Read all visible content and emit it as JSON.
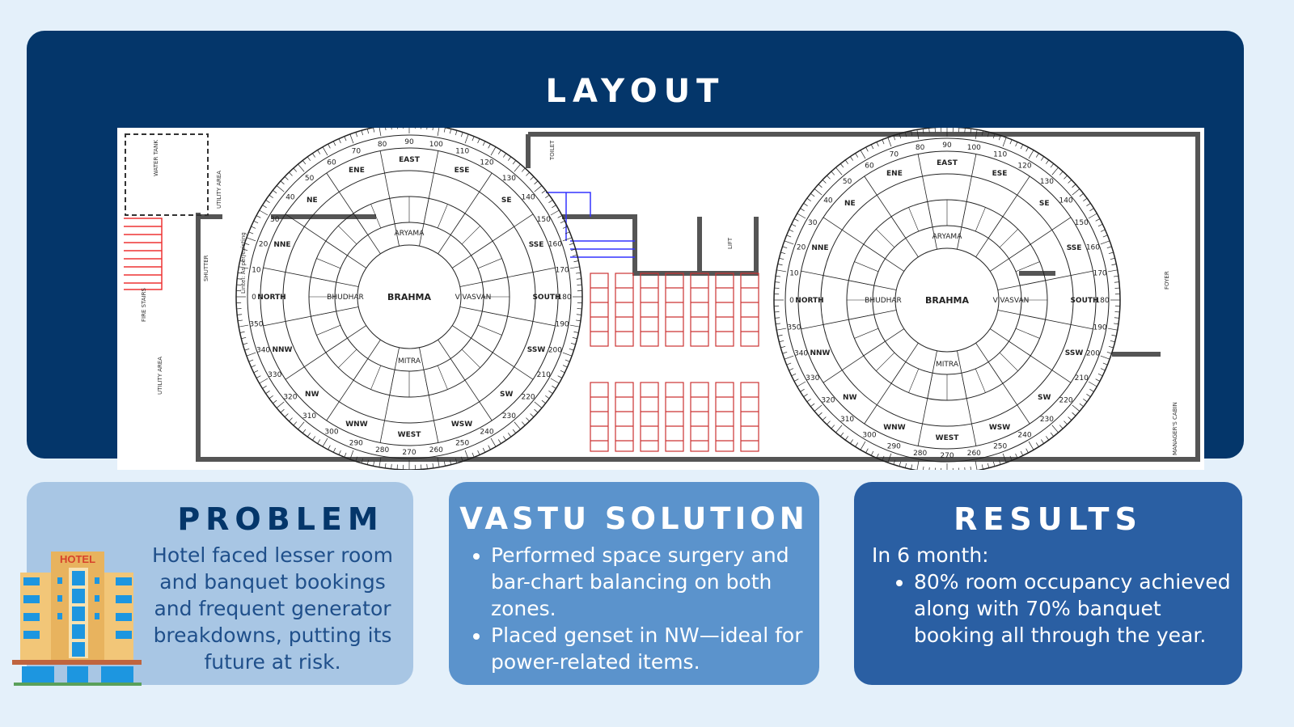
{
  "layout": {
    "title": "LAYOUT",
    "plan_labels": [
      "WATER TANK",
      "SHUTTER",
      "FIRE STAIRS",
      "UTILITY AREA",
      "TOILET",
      "LIFT",
      "FOYER",
      "MANAGER'S CABIN",
      "UTILITY AREA",
      "Lintel: As per existing"
    ],
    "compass_16": [
      "NORTH",
      "NNE",
      "NE",
      "ENE",
      "EAST",
      "ESE",
      "SE",
      "SSE",
      "SOUTH",
      "SSW",
      "SW",
      "WSW",
      "WEST",
      "WNW",
      "NW",
      "NNW"
    ],
    "center_label": "BRAHMA",
    "ring_labels": [
      "ARYAMA",
      "VIVASVAN",
      "MITRA",
      "BHUDHAR"
    ]
  },
  "problem": {
    "title": "PROBLEM",
    "text": "Hotel faced lesser room and banquet bookings and frequent generator breakdowns, putting its future at risk.",
    "hotel_sign": "HOTEL"
  },
  "solution": {
    "title": "VASTU SOLUTION",
    "bullets": [
      "Performed space surgery and bar-chart balancing on both zones.",
      "Placed genset in NW—ideal for power-related items."
    ]
  },
  "results": {
    "title": "RESULTS",
    "intro": "In 6 month:",
    "bullets": [
      "80% room occupancy achieved along with 70% banquet booking all through the year."
    ]
  },
  "colors": {
    "navy": "#04366a",
    "light": "#a8c6e4",
    "mid": "#5b93cc",
    "dark": "#2a5fa3",
    "bg": "#e4f0fa"
  }
}
